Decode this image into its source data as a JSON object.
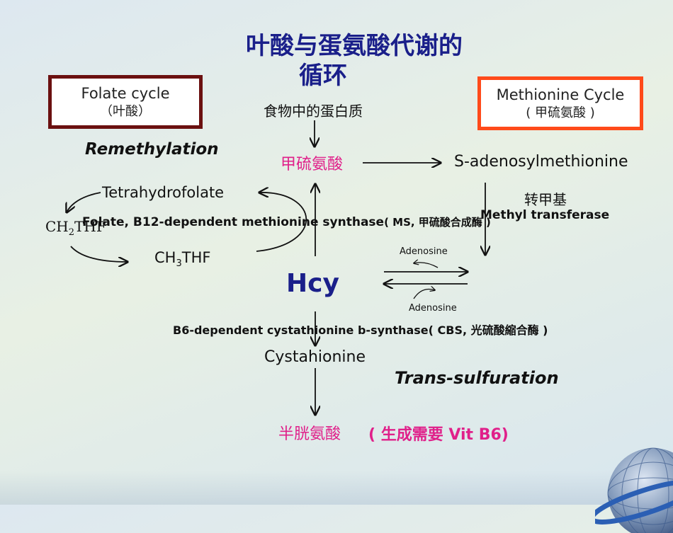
{
  "title_line1": "叶酸与蛋氨酸代谢的",
  "title_line2": "循环",
  "folate_box": {
    "line1": "Folate cycle",
    "line2": "（叶酸）"
  },
  "methionine_box": {
    "line1": "Methionine Cycle",
    "line2": "( 甲硫氨酸 )"
  },
  "food_protein": "食物中的蛋白质",
  "remethylation": "Remethylation",
  "methionine_cn": "甲硫氨酸",
  "sam": "S-adenosylmethionine",
  "tetrahydrofolate": "Tetrahydrofolate",
  "transmethyl_cn": "转甲基",
  "methyl_transferase": "Methyl transferase",
  "ch2thf": {
    "main": "CH",
    "sub": "2",
    "tail": "THF"
  },
  "ms_enzyme": {
    "main": "Folate, B12-dependent methionine synthase",
    "tail": "( MS, 甲硫酸合成酶 )"
  },
  "ch3thf": {
    "main": "CH",
    "sub": "3",
    "tail": "THF"
  },
  "adenosine_top": "Adenosine",
  "hcy": "Hcy",
  "adenosine_bottom": "Adenosine",
  "cbs_enzyme": "B6-dependent cystathionine b-synthase( CBS, 光硫酸縮合酶 )",
  "cystathionine": "Cystahionine",
  "trans_sulfuration": "Trans-sulfuration",
  "cysteine_cn": "半胱氨酸",
  "vitb6_note": "(  生成需要   Vit B6)"
}
